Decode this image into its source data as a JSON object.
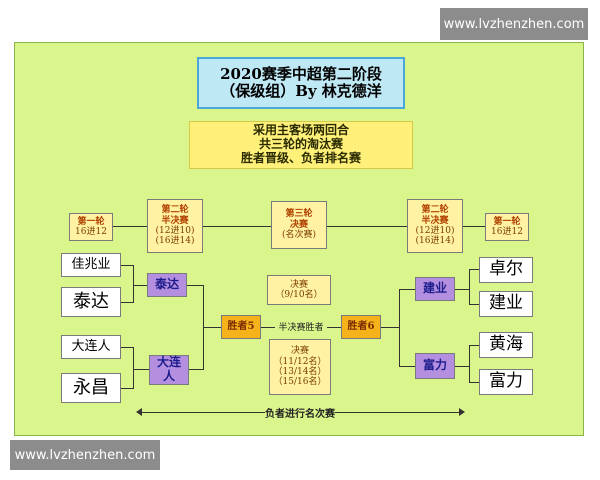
{
  "watermark": {
    "top": "www.lvzhenzhen.com",
    "bottom": "www.lvzhenzhen.com"
  },
  "title": {
    "line1": "2020赛季中超第二阶段",
    "line2": "（保级组）By 林克德洋"
  },
  "rules": {
    "line1": "采用主客场两回合",
    "line2": "共三轮的淘汰赛",
    "line3": "胜者晋级、负者排名赛"
  },
  "left": {
    "round1": {
      "name": "第一轮",
      "detail": "16进12"
    },
    "round2": {
      "name": "第二轮",
      "sub": "半决赛",
      "detail1": "(12进10)",
      "detail2": "(16进14)"
    },
    "teams": [
      "佳兆业",
      "泰达",
      "大连人",
      "永昌"
    ],
    "winners": [
      "泰达",
      "大连人"
    ],
    "semi_winner": "胜者5"
  },
  "right": {
    "round1": {
      "name": "第一轮",
      "detail": "16进12"
    },
    "round2": {
      "name": "第二轮",
      "sub": "半决赛",
      "detail1": "(12进10)",
      "detail2": "(16进14)"
    },
    "teams": [
      "卓尔",
      "建业",
      "黄海",
      "富力"
    ],
    "winners": [
      "建业",
      "富力"
    ],
    "semi_winner": "胜者6"
  },
  "center": {
    "round3": {
      "name": "第三轮",
      "sub": "决赛",
      "detail": "(名次赛)"
    },
    "final": {
      "name": "决赛",
      "detail": "（9/10名）"
    },
    "semi_label": "半决赛胜者",
    "losers_final": {
      "name": "决赛",
      "d1": "（11/12名）",
      "d2": "（13/14名）",
      "d3": "（15/16名）"
    },
    "losers_label": "负者进行名次赛"
  }
}
